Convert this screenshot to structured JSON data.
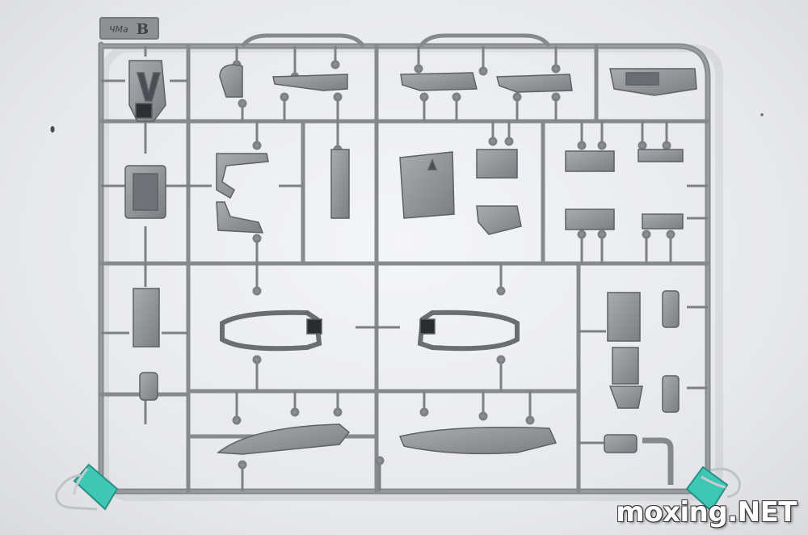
{
  "photo": {
    "subject": "plastic model kit sprue",
    "sprue_tag": {
      "maker": "ЧMa",
      "letter": "B"
    },
    "watermark": "moxing.NET",
    "colors": {
      "background": "#e9eaec",
      "plastic": "#8e9194",
      "plastic_dark": "#5d6064",
      "clip": "#3fc7b6"
    }
  }
}
